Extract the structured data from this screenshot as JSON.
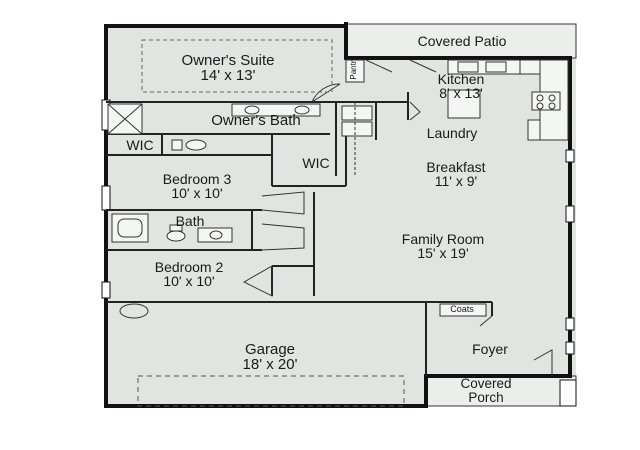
{
  "rooms": {
    "owners_suite": {
      "name": "Owner's Suite",
      "dims": "14' x 13'"
    },
    "covered_patio": {
      "name": "Covered Patio"
    },
    "pantry": {
      "name": "Pantry"
    },
    "kitchen": {
      "name": "Kitchen",
      "dims": "8' x 13'"
    },
    "owners_bath": {
      "name": "Owner's Bath"
    },
    "laundry": {
      "name": "Laundry"
    },
    "wic_left": {
      "name": "WIC"
    },
    "wic_right": {
      "name": "WIC"
    },
    "breakfast": {
      "name": "Breakfast",
      "dims": "11' x 9'"
    },
    "bedroom_3": {
      "name": "Bedroom 3",
      "dims": "10' x 10'"
    },
    "bath": {
      "name": "Bath"
    },
    "family_room": {
      "name": "Family Room",
      "dims": "15' x 19'"
    },
    "bedroom_2": {
      "name": "Bedroom 2",
      "dims": "10' x 10'"
    },
    "coats": {
      "name": "Coats"
    },
    "garage": {
      "name": "Garage",
      "dims": "18' x 20'"
    },
    "foyer": {
      "name": "Foyer"
    },
    "covered_porch": {
      "name": "Covered Porch"
    }
  },
  "colors": {
    "fill": "#e1e5e1",
    "wall": "#111111",
    "outside": "#ffffff"
  }
}
